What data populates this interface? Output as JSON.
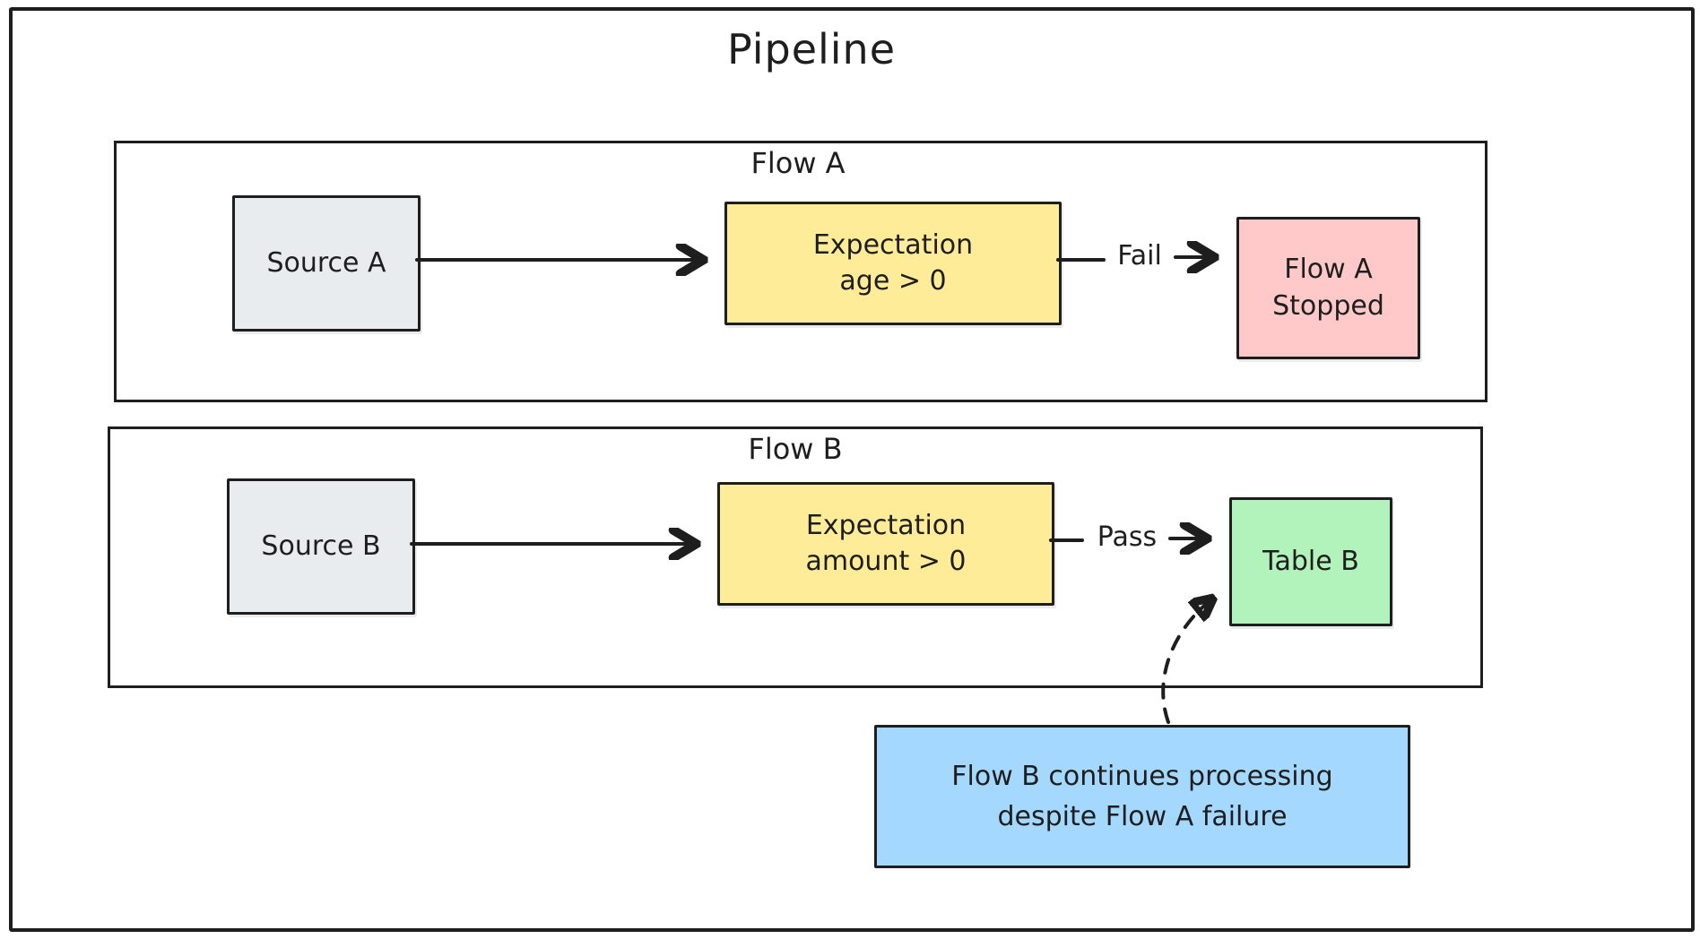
{
  "title": "Pipeline",
  "flow_a": {
    "label": "Flow A",
    "source": "Source A",
    "expectation_line1": "Expectation",
    "expectation_line2": "age > 0",
    "edge_label": "Fail",
    "result_line1": "Flow A",
    "result_line2": "Stopped"
  },
  "flow_b": {
    "label": "Flow B",
    "source": "Source B",
    "expectation_line1": "Expectation",
    "expectation_line2": "amount > 0",
    "edge_label": "Pass",
    "result": "Table B"
  },
  "note": {
    "line1": "Flow B continues processing",
    "line2": "despite Flow A failure"
  },
  "colors": {
    "stroke": "#1e1e1e",
    "source_fill": "#e9ecef",
    "expectation_fill": "#ffec99",
    "stopped_fill": "#ffc9c9",
    "table_fill": "#b2f2bb",
    "note_fill": "#a5d8ff"
  }
}
